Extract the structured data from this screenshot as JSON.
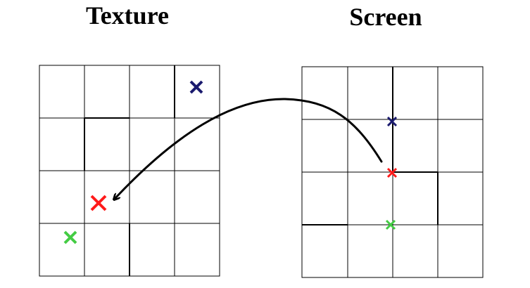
{
  "texture_panel": {
    "title": "Texture",
    "markers": [
      {
        "name": "navy-x-marker",
        "color": "#1a1a6e"
      },
      {
        "name": "red-x-marker",
        "color": "#ff1a1a"
      },
      {
        "name": "green-x-marker",
        "color": "#44cc44"
      }
    ]
  },
  "screen_panel": {
    "title": "Screen",
    "markers": [
      {
        "name": "navy-x-marker",
        "color": "#1a1a6e"
      },
      {
        "name": "red-x-marker",
        "color": "#ff1a1a"
      },
      {
        "name": "green-x-marker",
        "color": "#44cc44"
      }
    ]
  },
  "mapping_arrow": {
    "direction": "screen-to-texture",
    "color": "#000000"
  }
}
